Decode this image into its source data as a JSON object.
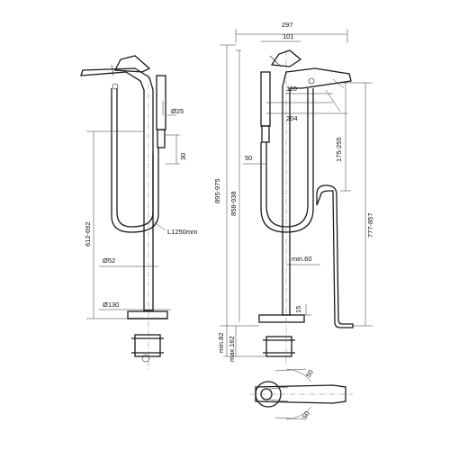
{
  "dimensions": {
    "d_297": "297",
    "d_101": "101",
    "d_25": "Ø25",
    "d_30": "30",
    "d_612_692": "612-692",
    "d_l1250": "L1250mm",
    "d_52": "Ø52",
    "d_130": "Ø130",
    "d_895_975": "895-975",
    "d_858_938": "858-938",
    "d_110": "110",
    "d_204": "204",
    "d_175_255": "175-255",
    "d_777_857": "777-857",
    "d_50": "50",
    "d_min60": "min.60",
    "d_15": "15",
    "d_min82": "min.82",
    "d_max162": "max.162",
    "d_50a": "50",
    "d_50b": "50"
  }
}
